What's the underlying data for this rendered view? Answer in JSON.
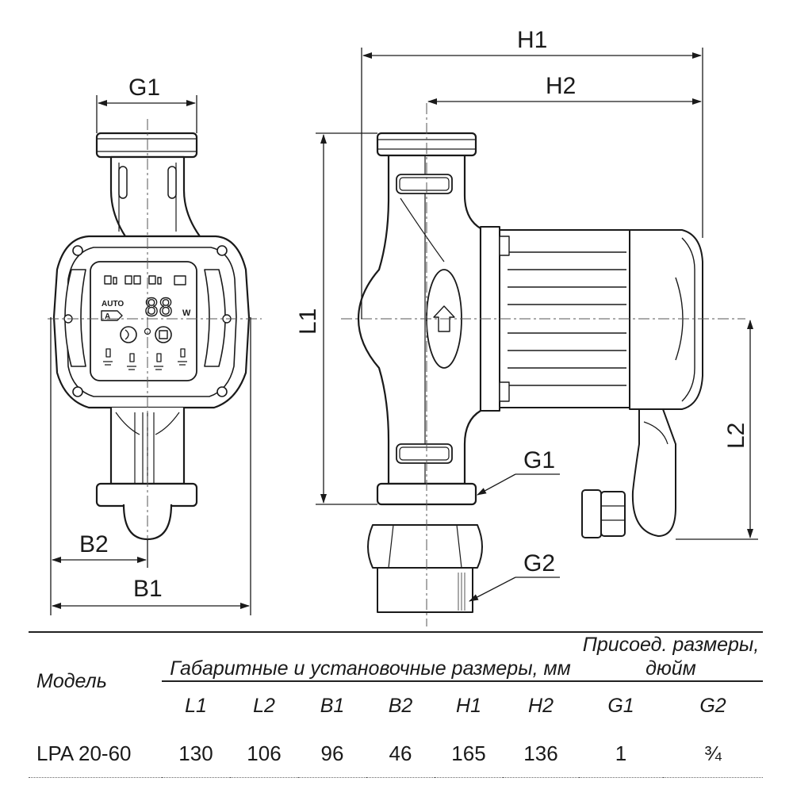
{
  "drawing": {
    "dimension_labels": {
      "g1_top": "G1",
      "b2": "B2",
      "b1": "B1",
      "h1": "H1",
      "h2": "H2",
      "l1": "L1",
      "l2": "L2",
      "g1_side": "G1",
      "g2": "G2"
    },
    "display": {
      "auto_label": "AUTO",
      "digits": "88",
      "unit": "W"
    }
  },
  "table": {
    "model_header": "Модель",
    "dims_group_header": "Габаритные и установочные размеры, мм",
    "conn_group_header": "Присоед. размеры, дюйм",
    "columns": [
      "L1",
      "L2",
      "B1",
      "B2",
      "H1",
      "H2",
      "G1",
      "G2"
    ],
    "rows": [
      {
        "model": "LPA 20-60",
        "values": [
          "130",
          "106",
          "96",
          "46",
          "165",
          "136",
          "1",
          "¾"
        ]
      }
    ]
  }
}
